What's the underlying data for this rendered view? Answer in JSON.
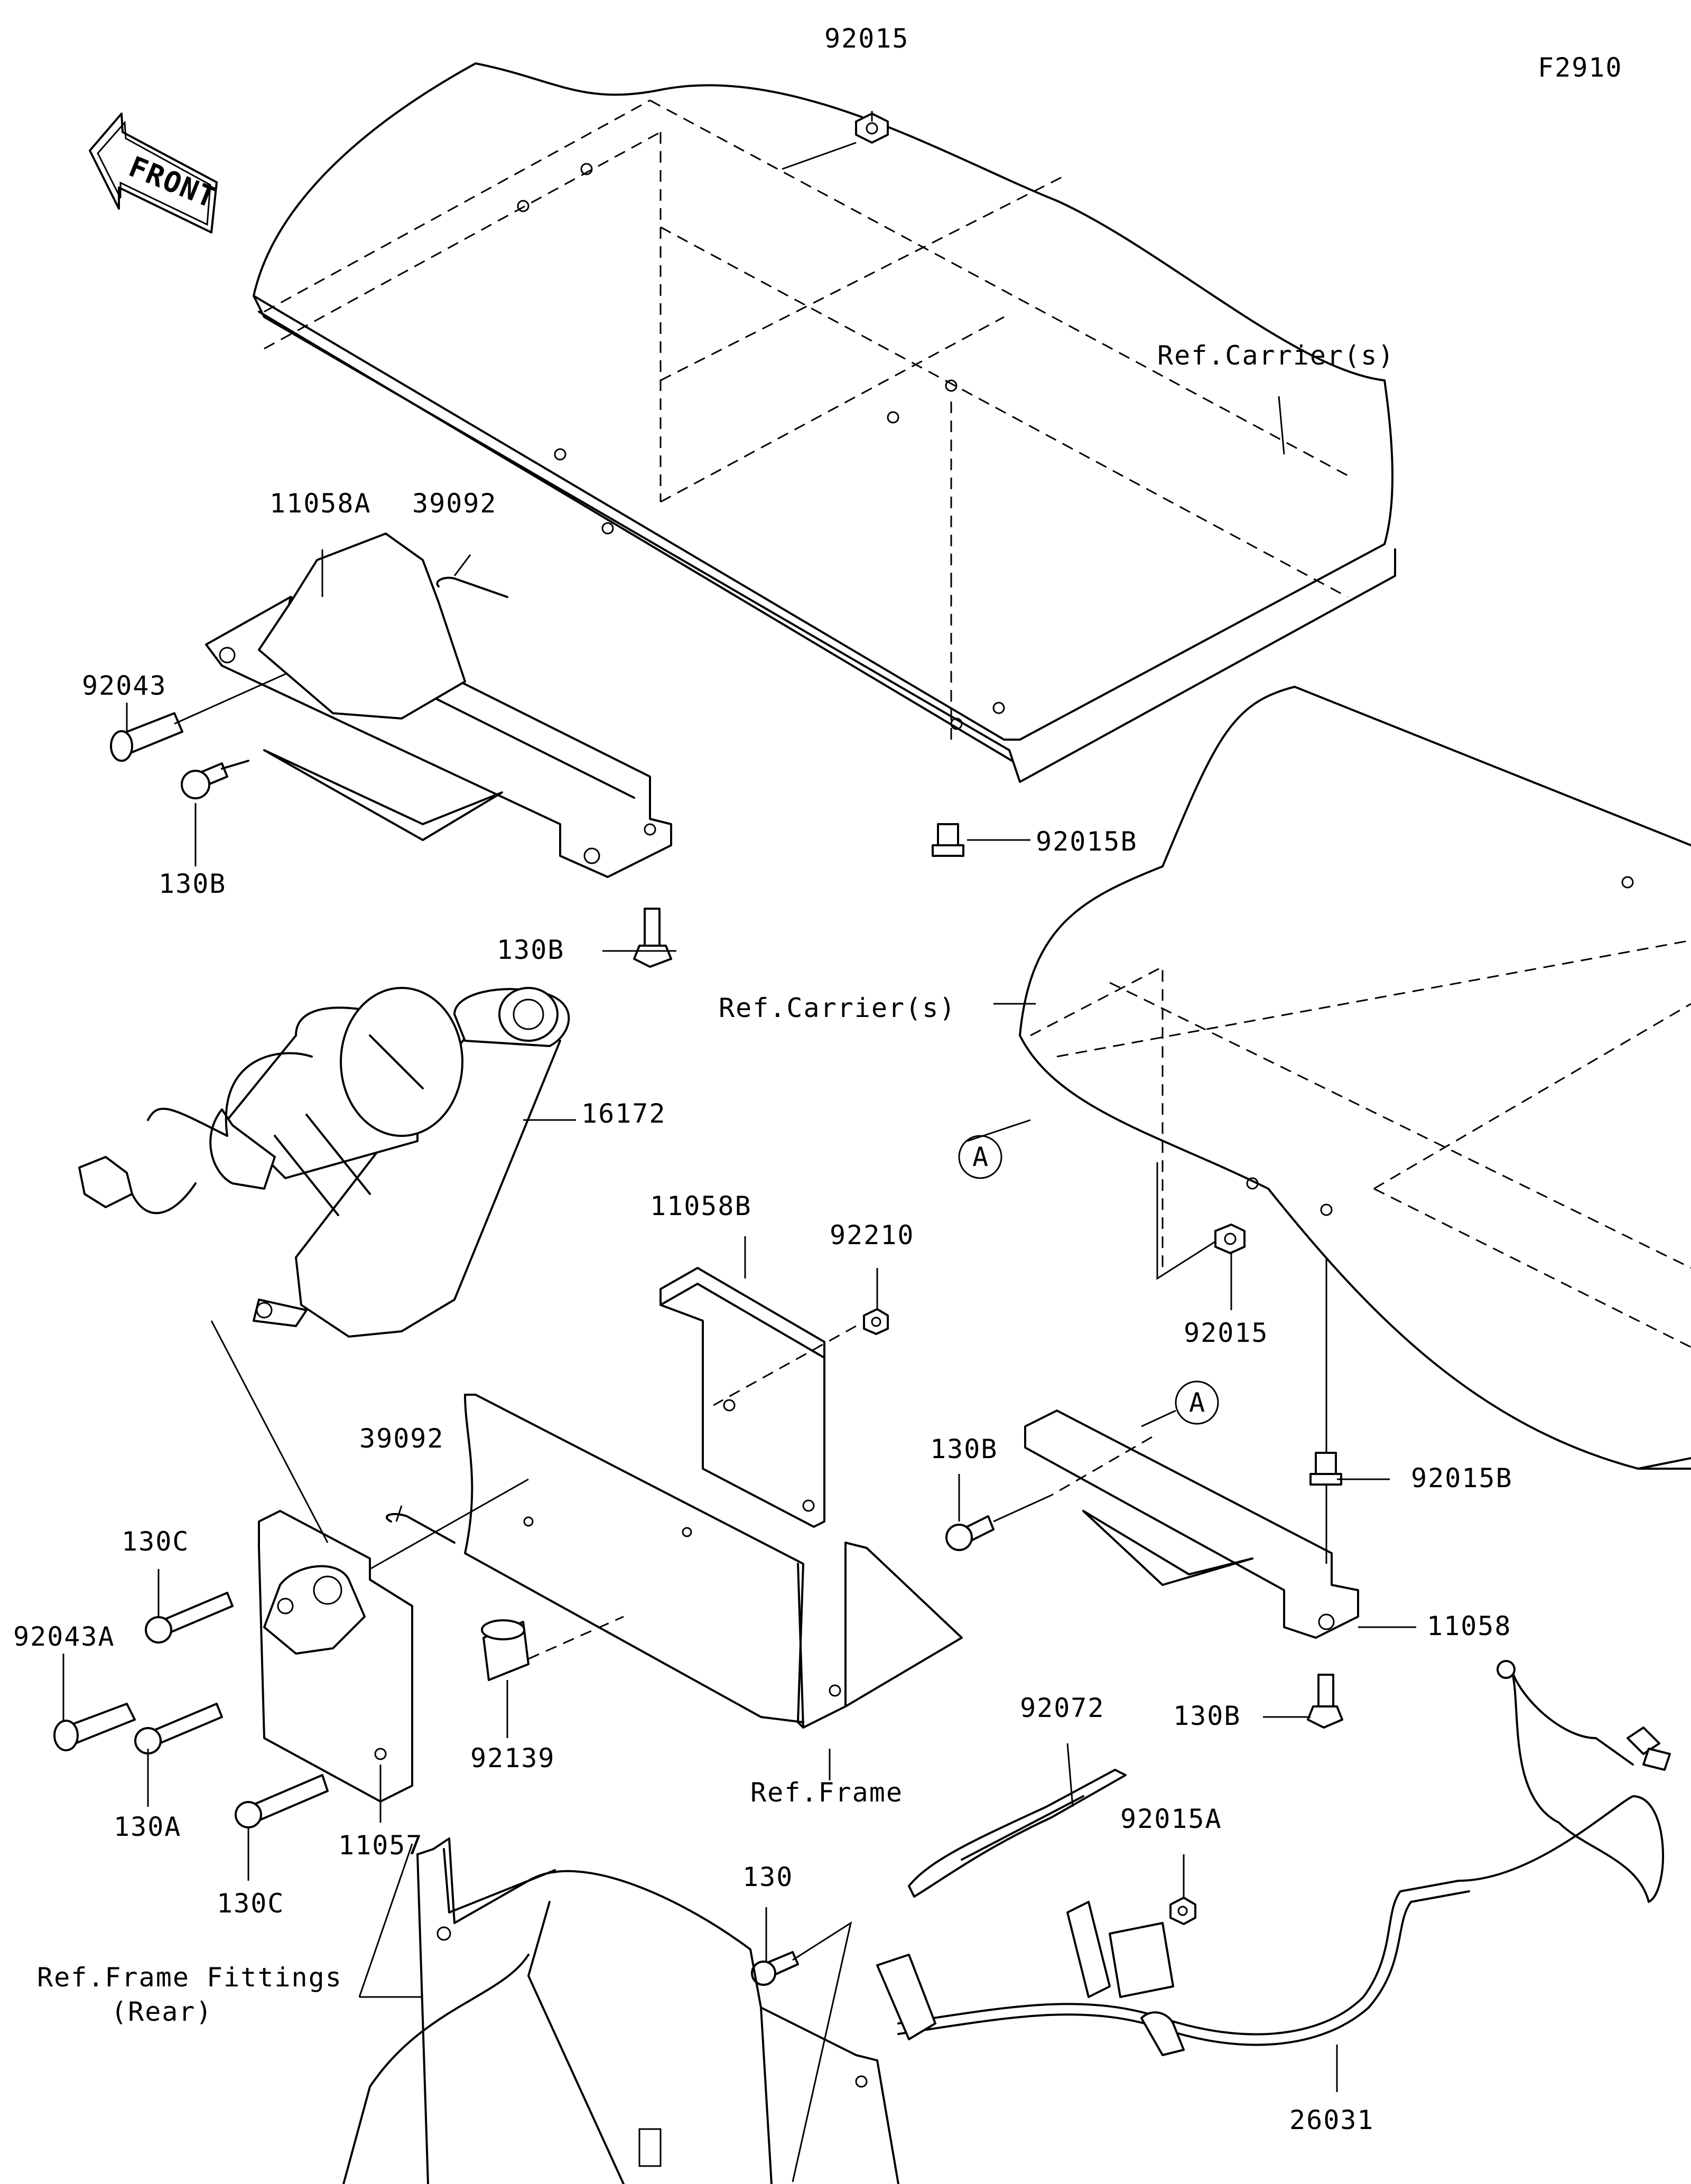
{
  "figure_id": "F2910",
  "orientation_arrow": {
    "label": "FRONT",
    "icon": "front-direction-arrow-icon"
  },
  "ref_labels": {
    "carrier_top": "Ref.Carrier(s)",
    "carrier_mid": "Ref.Carrier(s)",
    "frame": "Ref.Frame",
    "frame_fittings_line1": "Ref.Frame Fittings",
    "frame_fittings_line2": "(Rear)"
  },
  "callout_marker": "A",
  "parts": [
    {
      "id": "p1",
      "number": "92015"
    },
    {
      "id": "p2",
      "number": "11058A"
    },
    {
      "id": "p3",
      "number": "39092"
    },
    {
      "id": "p4",
      "number": "92043"
    },
    {
      "id": "p5",
      "number": "130B"
    },
    {
      "id": "p6",
      "number": "92015B"
    },
    {
      "id": "p7",
      "number": "130B"
    },
    {
      "id": "p8",
      "number": "16172"
    },
    {
      "id": "p9",
      "number": "11058B"
    },
    {
      "id": "p10",
      "number": "92210"
    },
    {
      "id": "p11",
      "number": "92015"
    },
    {
      "id": "p12",
      "number": "130B"
    },
    {
      "id": "p13",
      "number": "92015B"
    },
    {
      "id": "p14",
      "number": "39092"
    },
    {
      "id": "p15",
      "number": "130C"
    },
    {
      "id": "p16",
      "number": "92043A"
    },
    {
      "id": "p17",
      "number": "130A"
    },
    {
      "id": "p18",
      "number": "92139"
    },
    {
      "id": "p19",
      "number": "11057"
    },
    {
      "id": "p20",
      "number": "130C"
    },
    {
      "id": "p21",
      "number": "11058"
    },
    {
      "id": "p22",
      "number": "130B"
    },
    {
      "id": "p23",
      "number": "92072"
    },
    {
      "id": "p24",
      "number": "92015A"
    },
    {
      "id": "p25",
      "number": "130"
    },
    {
      "id": "p26",
      "number": "26031"
    }
  ]
}
